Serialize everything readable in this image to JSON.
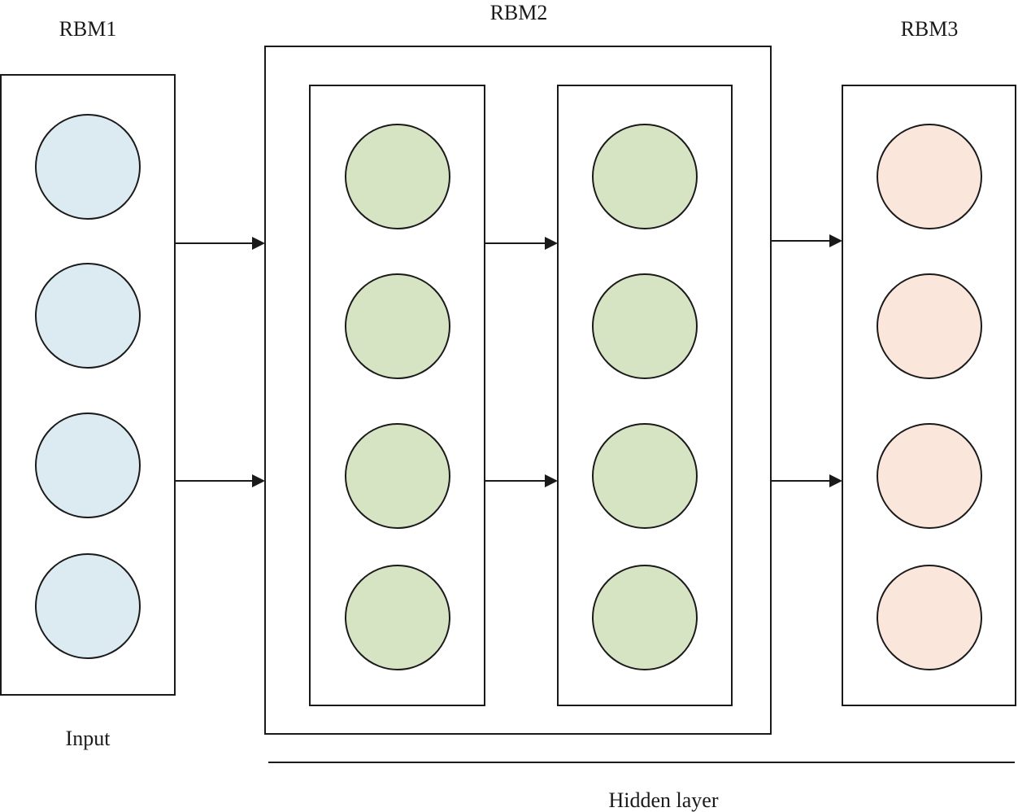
{
  "labels": {
    "rbm1": "RBM1",
    "rbm2": "RBM2",
    "rbm3": "RBM3",
    "input": "Input",
    "hidden": "Hidden layer"
  },
  "colors": {
    "rbm1_node": "#dcebf2",
    "rbm2_node": "#d6e4c3",
    "rbm3_node": "#fbe6dc",
    "stroke": "#1a1a1a"
  }
}
